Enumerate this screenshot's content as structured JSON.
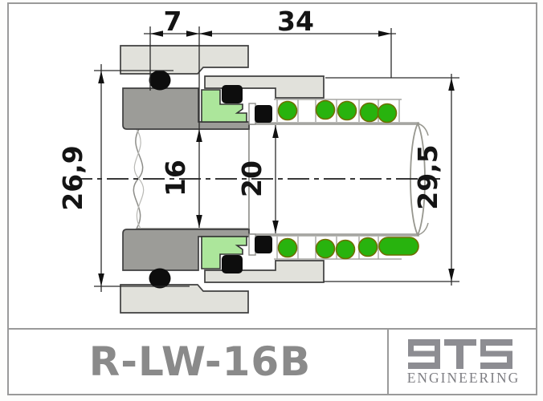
{
  "drawing": {
    "type": "mechanical-seal-cross-section",
    "dimensions": {
      "dim_top_small": "7",
      "dim_top_total": "34",
      "dim_left_od": "26,9",
      "dim_shaft": "16",
      "dim_sleeve": "20",
      "dim_right_od": "29,5"
    },
    "colors": {
      "spring_green": "#28b30e",
      "face_green": "#ace69b",
      "metal_light": "#e1e1db",
      "metal_dark": "#9c9c98",
      "elastomer_black": "#0d0d0d"
    }
  },
  "title_block": {
    "part_number": "R-LW-16B",
    "brand": "BTS",
    "brand_subtitle": "ENGINEERING"
  }
}
